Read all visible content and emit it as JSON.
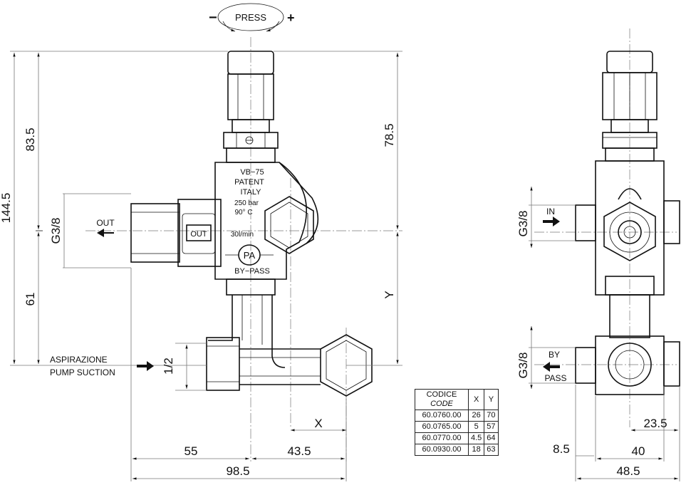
{
  "press": {
    "minus": "−",
    "label": "PRESS",
    "plus": "+"
  },
  "front": {
    "model": "VB−75",
    "patent": "PATENT",
    "country": "ITALY",
    "pressure": "250 bar",
    "temperature": "90° C",
    "flow": "30l/min",
    "out_plate": "OUT",
    "logo": "PA",
    "bypass": "BY−PASS"
  },
  "labels": {
    "out": "OUT",
    "suction_it": "ASPIRAZIONE",
    "suction_en": "PUMP SUCTION",
    "in": "IN",
    "by": "BY",
    "pass": "PASS"
  },
  "dimensions": {
    "total_height": "144.5",
    "upper": "83.5",
    "lower": "61",
    "thread_out": "G3/8",
    "top_right": "78.5",
    "y": "Y",
    "x": "X",
    "thread_suction": "1/2",
    "w55": "55",
    "w43": "43.5",
    "w98": "98.5",
    "side_thread_in": "G3/8",
    "side_thread_bp": "G3/8",
    "side_235": "23.5",
    "side_85": "8.5",
    "side_40": "40",
    "side_485": "48.5"
  },
  "table": {
    "headers": {
      "code": "CODICE",
      "code_en": "CODE",
      "x": "X",
      "y": "Y"
    },
    "rows": [
      {
        "code": "60.0760.00",
        "x": "26",
        "y": "70"
      },
      {
        "code": "60.0765.00",
        "x": "5",
        "y": "57"
      },
      {
        "code": "60.0770.00",
        "x": "4.5",
        "y": "64"
      },
      {
        "code": "60.0930.00",
        "x": "18",
        "y": "63"
      }
    ]
  }
}
